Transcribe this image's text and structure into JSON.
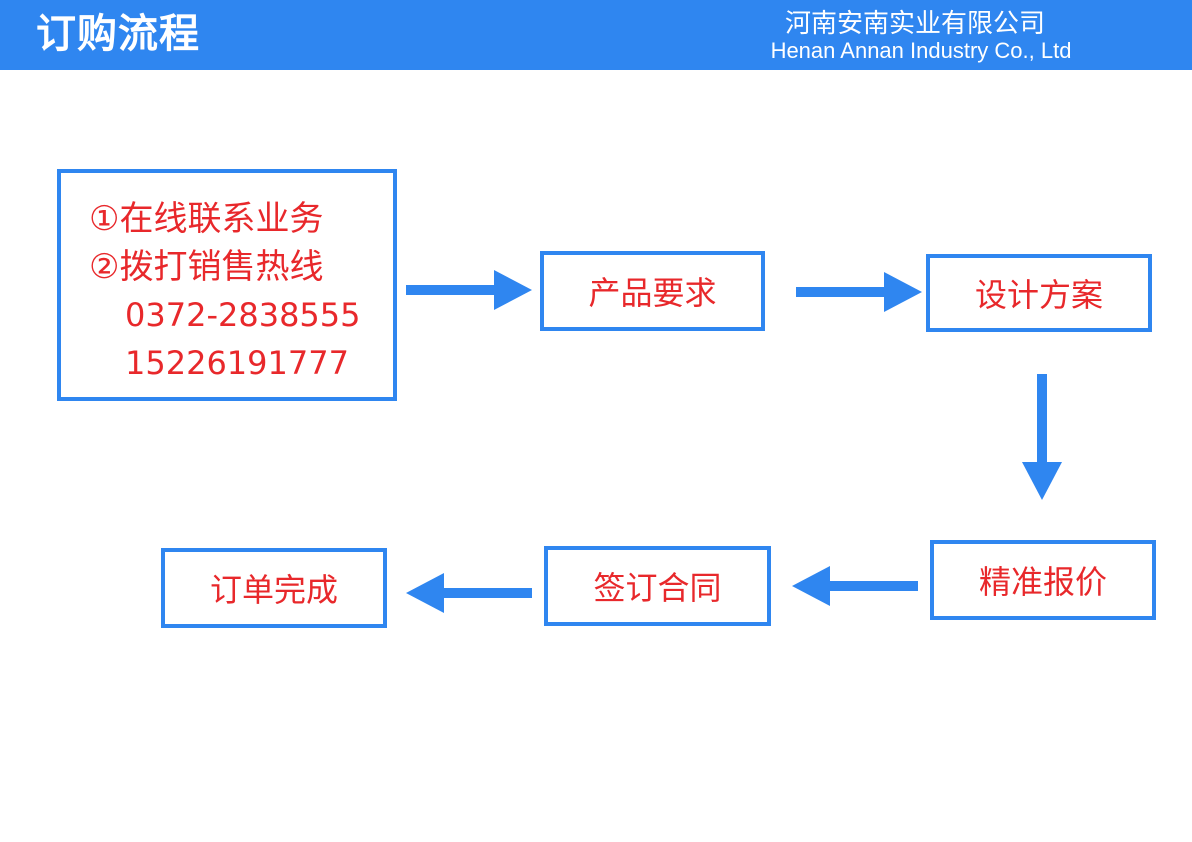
{
  "header": {
    "title": "订购流程",
    "company_cn": "河南安南实业有限公司",
    "company_en": "Henan Annan Industry Co., Ltd"
  },
  "contact": {
    "line1": "①在线联系业务",
    "line2": "②拨打销售热线",
    "phone1": "0372-2838555",
    "phone2": "15226191777"
  },
  "steps": {
    "product_requirements": "产品要求",
    "design_plan": "设计方案",
    "precise_quote": "精准报价",
    "sign_contract": "签订合同",
    "order_complete": "订单完成"
  },
  "colors": {
    "brand_blue": "#2f86f0",
    "text_red": "#e8282b"
  }
}
